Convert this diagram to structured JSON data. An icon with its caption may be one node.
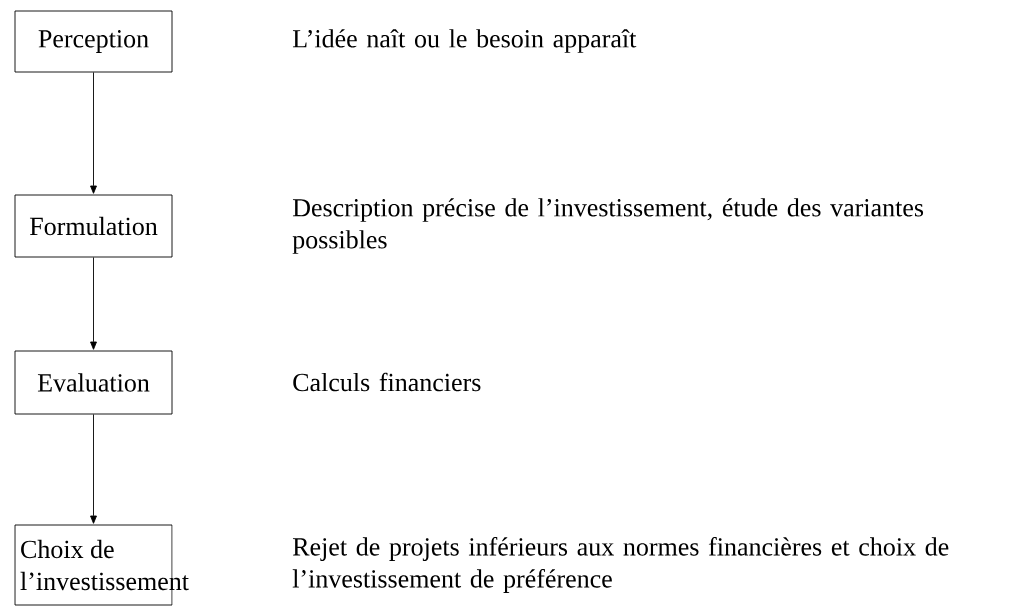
{
  "diagram": {
    "nodes": [
      {
        "text": [
          "Perception"
        ]
      },
      {
        "text": [
          "Formulation"
        ]
      },
      {
        "text": [
          "Evaluation"
        ]
      },
      {
        "text": [
          "Choix de l’investissement"
        ]
      }
    ],
    "edges": [
      {
        "from": 0,
        "to": 1,
        "arrow": "to"
      },
      {
        "from": 1,
        "to": 2,
        "arrow": "to"
      },
      {
        "from": 2,
        "to": 3,
        "arrow": "to"
      }
    ],
    "labels": [
      "L’idée naît ou le besoin apparaît",
      "Description précise de l’investissement, étude des variantes possibles",
      "Calculs financiers",
      "Rejet de projets inférieurs aux normes financières et choix de l’investissement de préférence"
    ]
  }
}
